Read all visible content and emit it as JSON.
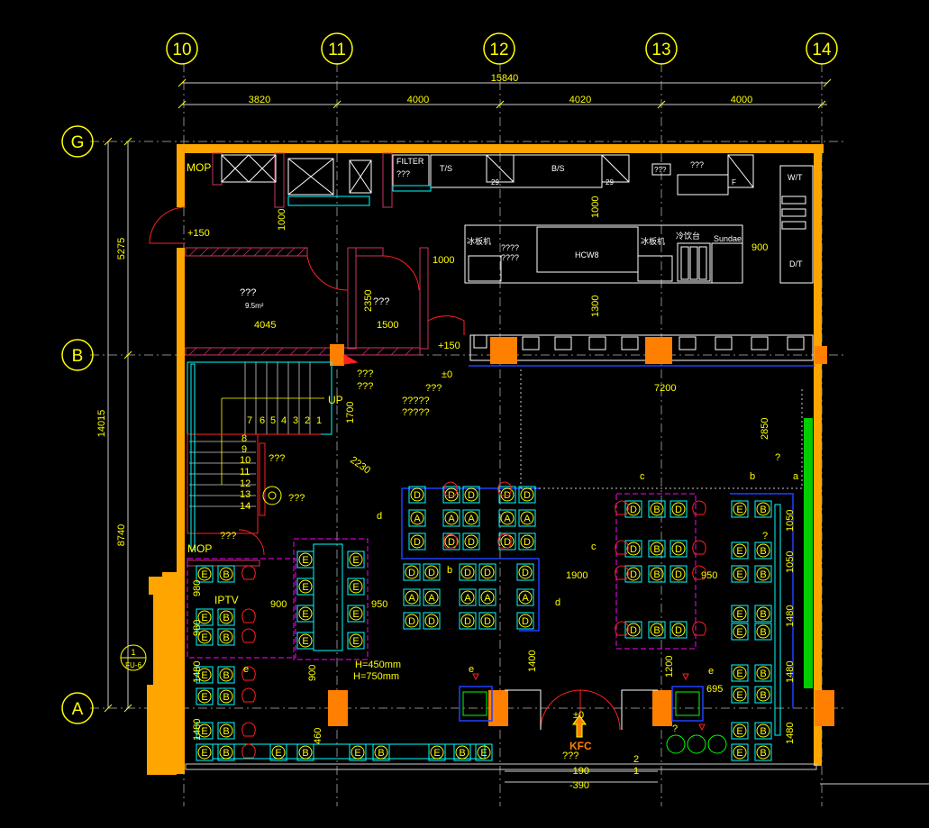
{
  "grid": {
    "columns": [
      "10",
      "11",
      "12",
      "13",
      "14"
    ],
    "rows": [
      "G",
      "B",
      "A"
    ]
  },
  "dimensions": {
    "total_top": "15840",
    "spans_top": [
      "3820",
      "4000",
      "4020",
      "4000"
    ],
    "left_total": "14015",
    "left_upper": "5275",
    "left_lower": "8740",
    "misc": {
      "d1000_a": "1000",
      "d1000_b": "1000",
      "d1000_c": "1000",
      "d1300": "1300",
      "d2350": "2350",
      "d1500": "1500",
      "d4045": "4045",
      "d900_top": "900",
      "d7200": "7200",
      "d2850": "2850",
      "d1700": "1700",
      "d2230": "2230",
      "d1900": "1900",
      "d950_a": "950",
      "d950_b": "950",
      "d900_b": "900",
      "d900_c": "900",
      "d1400": "1400",
      "d1200": "1200",
      "d695": "695",
      "d980_a": "980",
      "d980_b": "980",
      "d1480_a": "1480",
      "d1480_b": "1480",
      "d1480_c": "1480",
      "d1480_d": "1480",
      "d1480_e": "1480",
      "d1050_a": "1050",
      "d1050_b": "1050",
      "d460": "460",
      "m190": "-190",
      "m390": "-390"
    }
  },
  "labels": {
    "mop_top": "MOP",
    "mop_mid": "MOP",
    "filter": "FILTER",
    "ts": "T/S",
    "bs": "B/S",
    "wt": "W/T",
    "dt": "D/T",
    "f_label": "F",
    "n29a": "29",
    "n29b": "29",
    "ice1": "冰板机",
    "ice2": "冰板机",
    "cold": "冷饮台",
    "sundae": "Sundae",
    "hcw": "HCW8",
    "plus150_a": "+150",
    "plus150_b": "+150",
    "area": "9.5m²",
    "pm0_top": "±0",
    "pm0_entry": "±0",
    "up": "UP",
    "stair_top": [
      "7",
      "6",
      "5",
      "4",
      "3",
      "2",
      "1"
    ],
    "stair_side": [
      "8",
      "9",
      "10",
      "11",
      "12",
      "13",
      "14"
    ],
    "iptv": "IPTV",
    "h450": "H=450mm",
    "h750": "H=750mm",
    "kfc": "KFC",
    "fu_num": "1",
    "fu_ref": "FU-6",
    "n2": "2",
    "n1": "1",
    "q": "???",
    "q4": "????",
    "q5": "?????",
    "q1": "?",
    "lc": "c",
    "lb": "b",
    "la": "a",
    "ld": "d",
    "le": "e"
  },
  "colors": {
    "wall": "#ffa500",
    "accent_orange": "#ff7f00",
    "dimension": "#ffff00",
    "line": "#ffffff",
    "cyan": "#00ffff",
    "magenta": "#ff00ff",
    "red": "#ff2020",
    "blue": "#2040ff",
    "green": "#00cc00"
  }
}
